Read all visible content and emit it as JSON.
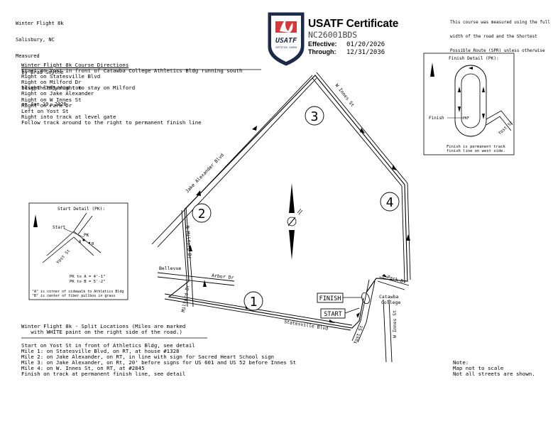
{
  "header": {
    "course_info": [
      "Winter Flight 8k",
      "Salisbury, NC",
      "Measured",
      "  by Brad Smythe",
      "  bdsmythe78@yahoo.com",
      "  on Jan 19, 2026"
    ],
    "logo_text": "USATF",
    "logo_subtext": "CERTIFIED COURSE",
    "cert_title": "USATF Certificate",
    "cert_number": "NC26001BDS",
    "effective_label": "Effective:",
    "effective_date": "01/20/2026",
    "through_label": "Through:",
    "through_date": "12/31/2036",
    "measure_note": [
      "This course was measured using the full",
      "width of the road and the Shortest",
      "Possible Route (SPR) unless otherwise",
      "noted."
    ]
  },
  "directions": {
    "title": "Winter Flight 8k Course Directions",
    "lines": [
      "Start on Yost in front of Catawba College Athletics Bldg running south",
      "Right on Statesville Blvd",
      "Right on Milford Dr",
      "Slight left/right to stay on Milford",
      "Right on Jake Alexander",
      "Right on W Innes St",
      "Right on Park Dr",
      "Left on Yost St",
      "Right into track at level gate",
      "Follow track around to the right to permanent finish line"
    ]
  },
  "splits": {
    "title": [
      "Winter Flight 8k - Split Locations (Miles are marked",
      "   with WHITE paint on the right side of the road.)"
    ],
    "lines": [
      "Start on Yost St in front of Athletics Bldg, see detail",
      "Mile 1: on Statesville Blvd, on RT, at house #1328",
      "Mile 2: on Jake Alexander, on RT, in line with sign for Sacred Heart School sign",
      "Mile 3: on Jake Alexander, on Rt, 20' before signs for US 601 and US 52 before Innes St",
      "Mile 4: on W. Innes St, on RT, at #2845",
      "Finish on track at permanent finish line, see detail"
    ]
  },
  "note": [
    "Note:",
    "Map not to scale",
    "Not all streets are shown."
  ],
  "start_detail": {
    "title": "Start Detail (PK):",
    "start_label": "Start",
    "pk_label": "PK",
    "a_label": "A",
    "b_label": "B",
    "street": "Yost St",
    "measures": [
      "PK to A = 4'-1\"",
      "PK to B = 5'-2\""
    ],
    "notes": [
      "\"A\" is corner of sidewalk to Athletics Bldg",
      "\"B\" is center of fiber pullbox in grass"
    ]
  },
  "finish_detail": {
    "title": "Finish Detail (PK):",
    "finish_label": "Finish",
    "pk_label": "PKF",
    "street": "Yost St",
    "notes": [
      "Finish is permanent track",
      "finish line on west side."
    ]
  },
  "map": {
    "mile_markers": [
      "1",
      "2",
      "3",
      "4"
    ],
    "streets": {
      "w_innes": "W Innes St",
      "jake": "Jake Alexander Blvd",
      "milford": "N Milford Dr",
      "milford2": "Milford Dr",
      "bellevue": "Bellevue",
      "arbor": "Arbor Dr",
      "statesville": "Statesville Blvd",
      "yost": "Yost St",
      "park": "Park Dr",
      "w_innes2": "W Innes St",
      "catawba": [
        "Catawba",
        "College"
      ]
    },
    "finish_box": "FINISH",
    "start_box": "START"
  }
}
